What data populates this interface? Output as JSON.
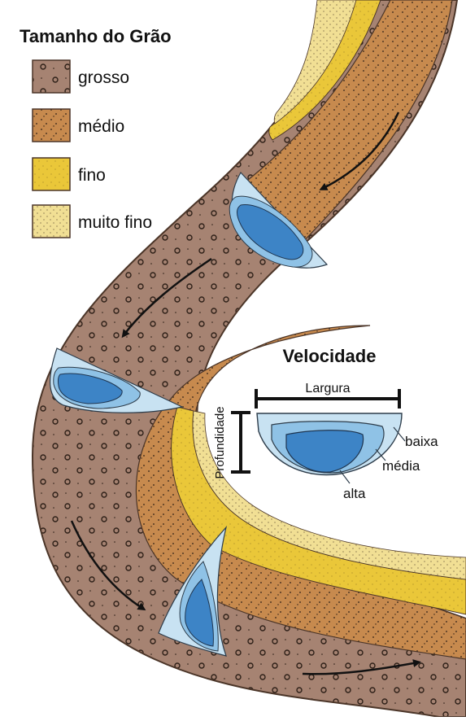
{
  "legend": {
    "title": "Tamanho do Grão",
    "items": [
      {
        "label": "grosso",
        "color": "#a68372"
      },
      {
        "label": "médio",
        "color": "#c78a4e"
      },
      {
        "label": "fino",
        "color": "#eac739"
      },
      {
        "label": "muito fino",
        "color": "#f1df94"
      }
    ]
  },
  "inset": {
    "title": "Velocidade",
    "width_label": "Largura",
    "depth_label": "Profundidade",
    "levels": [
      {
        "label": "baixa",
        "color": "#c8e2f2"
      },
      {
        "label": "média",
        "color": "#8fc2e6"
      },
      {
        "label": "alta",
        "color": "#3d84c6"
      }
    ]
  },
  "colors": {
    "coarse": "#a68372",
    "medium": "#c78a4e",
    "fine": "#eac739",
    "very_fine": "#f1df94",
    "outline": "#4b3528"
  }
}
